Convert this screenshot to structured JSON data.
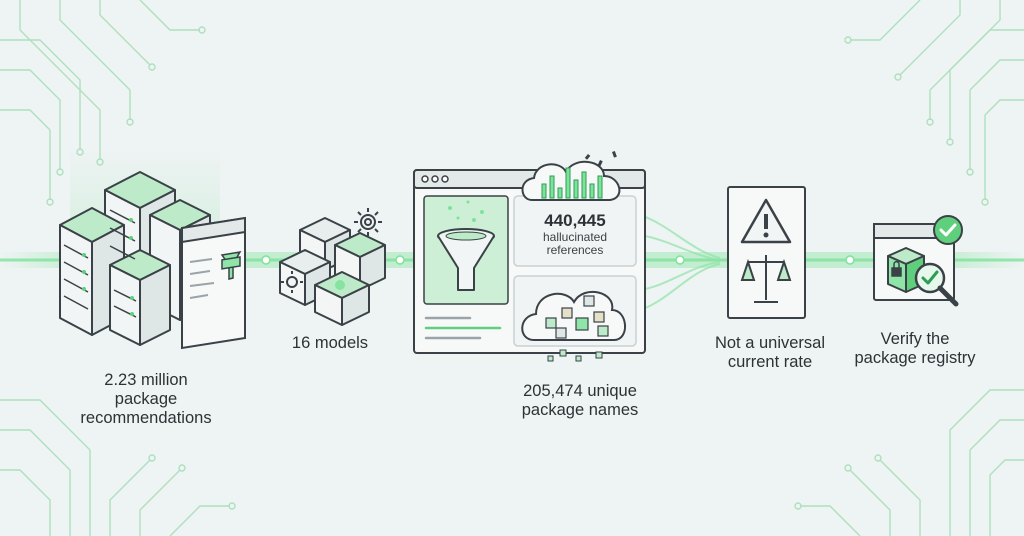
{
  "flow": {
    "step1": {
      "label": "2.23 million\npackage\nrecommendations",
      "icon": "server-stack-icon"
    },
    "step2": {
      "label": "16 models",
      "icon": "model-cubes-icon"
    },
    "step3": {
      "stat_value": "440,445",
      "stat_caption": "hallucinated\nreferences",
      "label": "205,474 unique\npackage names",
      "icon": "filter-funnel-icon"
    },
    "step4": {
      "label": "Not a universal\ncurrent rate",
      "icon": "warning-scales-icon"
    },
    "step5": {
      "label": "Verify the\npackage registry",
      "icon": "verified-package-icon"
    }
  },
  "colors": {
    "accent": "#5fcf7e",
    "accent_dark": "#2e9c55",
    "ink": "#3a4247",
    "panel": "#f7f9f9",
    "background": "#eef3f3"
  }
}
